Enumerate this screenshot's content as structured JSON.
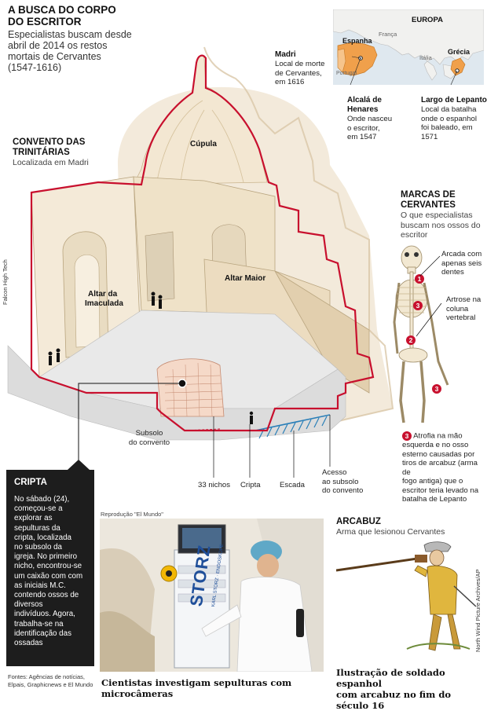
{
  "header": {
    "title_line1": "A BUSCA DO CORPO",
    "title_line2": "DO ESCRITOR",
    "subtitle_lines": [
      "Especialistas buscam desde",
      "abril de 2014 os restos",
      "mortais de Cervantes",
      "(1547-1616)"
    ]
  },
  "map": {
    "europa": "EUROPA",
    "espanha": "Espanha",
    "franca": "França",
    "portugal": "Portugal",
    "italia": "Itália",
    "grecia": "Grécia",
    "madri_title": "Madri",
    "madri_desc": [
      "Local de morte",
      "de Cervantes,",
      "em 1616"
    ],
    "alcala_title": [
      "Alcalá de",
      "Henares"
    ],
    "alcala_desc": [
      "Onde nasceu",
      "o escritor,",
      "em 1547"
    ],
    "lepanto_title": "Largo de Lepanto",
    "lepanto_desc": [
      "Local da batalha",
      "onde o espanhol",
      "foi baleado, em",
      "1571"
    ]
  },
  "convento": {
    "title": [
      "CONVENTO DAS",
      "TRINITÁRIAS"
    ],
    "subtitle": "Localizada em Madri"
  },
  "building": {
    "cupula": "Cúpula",
    "altar_imaculada": [
      "Altar da",
      "Imaculada"
    ],
    "altar_maior": "Altar Maior",
    "subsolo": [
      "Subsolo",
      "do convento"
    ],
    "nichos": "33 nichos",
    "cripta": "Cripta",
    "escada": "Escada",
    "acesso": [
      "Acesso",
      "ao subsolo",
      "do convento"
    ],
    "credit": "Falcon High Tech"
  },
  "marcas": {
    "title": [
      "MARCAS DE",
      "CERVANTES"
    ],
    "subtitle": [
      "O que especialistas",
      "buscam nos ossos do",
      "escritor"
    ],
    "mark1": [
      "Arcada com",
      "apenas seis",
      "dentes"
    ],
    "mark2": [
      "Artrose na",
      "coluna",
      "vertebral"
    ],
    "mark3_num": "3",
    "mark3": [
      "Atrofia na mão",
      "esquerda e no osso",
      "esterno causadas por",
      "tiros de arcabuz (arma de",
      "fogo antiga) que o",
      "escritor teria levado na",
      "batalha de Lepanto"
    ],
    "n1": "1",
    "n2": "2",
    "n3": "3"
  },
  "cripta": {
    "title": "CRIPTA",
    "text": [
      "No sábado (24),",
      "começou-se a",
      "explorar as",
      "sepulturas da",
      "cripta, localizada",
      "no subsolo da",
      "igreja. No primeiro",
      "nicho, encontrou-se",
      "um caixão com com",
      "as iniciais M.C.",
      "contendo ossos de",
      "diversos",
      "indivíduos. Agora,",
      "trabalha-se na",
      "identificação das",
      "ossadas"
    ]
  },
  "photo": {
    "credit": "Reprodução \"El Mundo\"",
    "brand": "STORZ",
    "brand_sub": "KARL STORZ · ENDOSKOPE",
    "caption": "Cientistas investigam sepulturas com microcâmeras"
  },
  "arcabuz": {
    "title": "ARCABUZ",
    "subtitle": "Arma que lesionou Cervantes",
    "credit": "North Wind Picture Archives/AP",
    "caption": [
      "Ilustração de soldado espanhol",
      "com arcabuz no fim do século 16"
    ]
  },
  "sources": [
    "Fontes: Agências de notícias,",
    "Elpais, Graphicnews e El Mundo"
  ],
  "colors": {
    "accent_red": "#c8102e",
    "map_orange": "#f0a04b",
    "stair_blue": "#2a7fb8",
    "dark_box": "#1d1d1d"
  }
}
